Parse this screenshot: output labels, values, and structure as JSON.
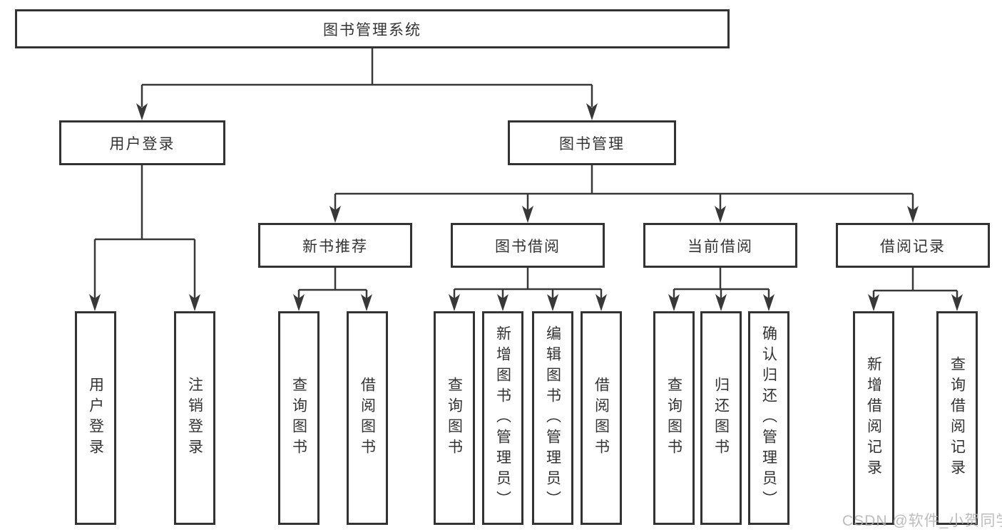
{
  "watermark": "CSDN @软件_小贺同学",
  "colors": {
    "line": "#383838",
    "box_border": "#333333",
    "text": "#333333",
    "watermark": "#b2b2b2"
  },
  "tree": {
    "root": {
      "label": "图书管理系统"
    },
    "branches": [
      {
        "label": "用户登录",
        "children": [
          {
            "label": "用户登录"
          },
          {
            "label": "注销登录"
          }
        ]
      },
      {
        "label": "图书管理",
        "children": [
          {
            "label": "新书推荐",
            "children": [
              {
                "label": "查询图书"
              },
              {
                "label": "借阅图书"
              }
            ]
          },
          {
            "label": "图书借阅",
            "children": [
              {
                "label": "查询图书"
              },
              {
                "label": "新增图书（管理员）"
              },
              {
                "label": "编辑图书（管理员）"
              },
              {
                "label": "借阅图书"
              }
            ]
          },
          {
            "label": "当前借阅",
            "children": [
              {
                "label": "查询图书"
              },
              {
                "label": "归还图书"
              },
              {
                "label": "确认归还（管理员）"
              }
            ]
          },
          {
            "label": "借阅记录",
            "children": [
              {
                "label": "新增借阅记录"
              },
              {
                "label": "查询借阅记录"
              }
            ]
          }
        ]
      }
    ]
  }
}
